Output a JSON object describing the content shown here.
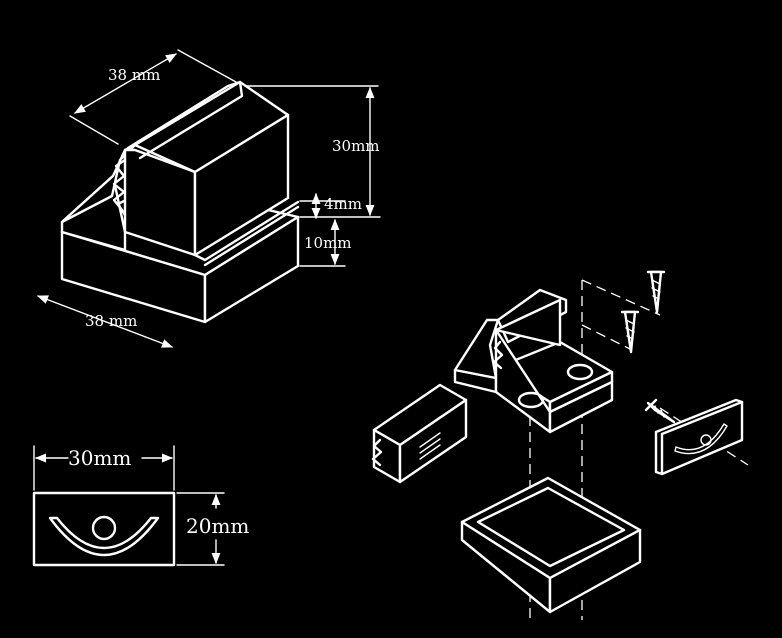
{
  "diagram": {
    "iso_block": {
      "dim_top_width": "38 mm",
      "dim_height": "30mm",
      "dim_ledge": "4mm",
      "dim_base_height": "10mm",
      "dim_base_width": "38 mm"
    },
    "front_view": {
      "dim_width": "30mm",
      "dim_height": "20mm"
    }
  },
  "colors": {
    "background": "#000000",
    "line": "#ffffff"
  }
}
